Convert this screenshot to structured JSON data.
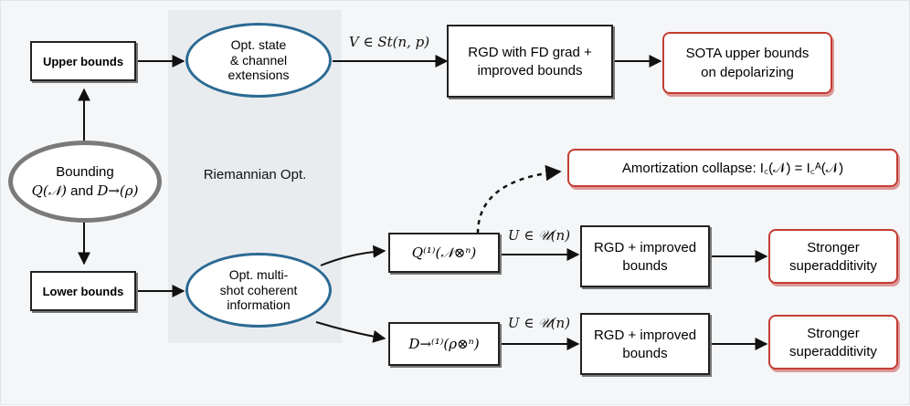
{
  "diagram": {
    "center_node": {
      "line1": "Bounding",
      "line2a": "Q(𝒩)",
      "line2b": " and ",
      "line2c": "D→(ρ)"
    },
    "upper_bounds": "Upper bounds",
    "lower_bounds": "Lower bounds",
    "riemannian_label": "Riemannian Opt.",
    "opt_state": {
      "line1": "Opt. state",
      "line2": "& channel",
      "line3": "extensions"
    },
    "opt_multishot": {
      "line1": "Opt. multi-",
      "line2": "shot coherent",
      "line3": "information"
    },
    "stiefel_label": "V ∈ St(n, p)",
    "unitary_label_1": "U ∈ 𝒰(n)",
    "unitary_label_2": "U ∈ 𝒰(n)",
    "rgd_fd": {
      "line1": "RGD with FD grad +",
      "line2": "improved bounds"
    },
    "sota": {
      "line1": "SOTA upper bounds",
      "line2": "on depolarizing"
    },
    "amortization": "Amortization collapse:  I꜀(𝒩) = I꜀ᴬ(𝒩)",
    "q_formula": "Q⁽¹⁾(𝒩⊗ⁿ)",
    "d_formula": "D→⁽¹⁾(ρ⊗ⁿ)",
    "rgd_1": {
      "line1": "RGD + improved",
      "line2": "bounds"
    },
    "rgd_2": {
      "line1": "RGD + improved",
      "line2": "bounds"
    },
    "stronger_1": {
      "line1": "Stronger",
      "line2": "superadditivity"
    },
    "stronger_2": {
      "line1": "Stronger",
      "line2": "superadditivity"
    }
  },
  "colors": {
    "accent_blue": "#2b6a93",
    "accent_red": "#c43d32",
    "gray_oval": "#7a7a7a"
  }
}
